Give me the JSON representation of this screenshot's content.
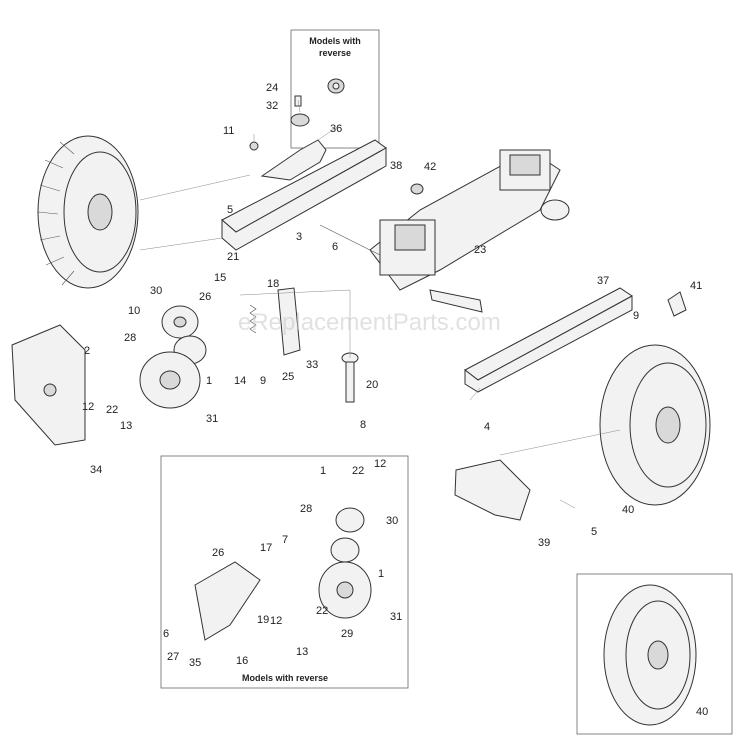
{
  "boxes": {
    "reverse_top": [
      "Models with",
      "reverse"
    ],
    "reverse_bottom": "Models with reverse"
  },
  "watermark": "eReplacementParts.com",
  "callouts": [
    {
      "id": "c24a",
      "text": "24"
    },
    {
      "id": "c32a",
      "text": "32"
    },
    {
      "id": "c11",
      "text": "11"
    },
    {
      "id": "c36",
      "text": "36"
    },
    {
      "id": "c38",
      "text": "38"
    },
    {
      "id": "c42",
      "text": "42"
    },
    {
      "id": "c5a",
      "text": "5"
    },
    {
      "id": "c3",
      "text": "3"
    },
    {
      "id": "c6a",
      "text": "6"
    },
    {
      "id": "c23",
      "text": "23"
    },
    {
      "id": "c21",
      "text": "21"
    },
    {
      "id": "c37",
      "text": "37"
    },
    {
      "id": "c41",
      "text": "41"
    },
    {
      "id": "c9a",
      "text": "9"
    },
    {
      "id": "c30a",
      "text": "30"
    },
    {
      "id": "c15",
      "text": "15"
    },
    {
      "id": "c26a",
      "text": "26"
    },
    {
      "id": "c18",
      "text": "18"
    },
    {
      "id": "c10",
      "text": "10"
    },
    {
      "id": "c28a",
      "text": "28"
    },
    {
      "id": "c2",
      "text": "2"
    },
    {
      "id": "c1a",
      "text": "1"
    },
    {
      "id": "c14",
      "text": "14"
    },
    {
      "id": "c9b",
      "text": "9"
    },
    {
      "id": "c25",
      "text": "25"
    },
    {
      "id": "c33",
      "text": "33"
    },
    {
      "id": "c20",
      "text": "20"
    },
    {
      "id": "c12a",
      "text": "12"
    },
    {
      "id": "c22a",
      "text": "22"
    },
    {
      "id": "c13a",
      "text": "13"
    },
    {
      "id": "c31a",
      "text": "31"
    },
    {
      "id": "c8",
      "text": "8"
    },
    {
      "id": "c4",
      "text": "4"
    },
    {
      "id": "c34",
      "text": "34"
    },
    {
      "id": "c40a",
      "text": "40"
    },
    {
      "id": "c39",
      "text": "39"
    },
    {
      "id": "c5b",
      "text": "5"
    },
    {
      "id": "c1b",
      "text": "1"
    },
    {
      "id": "c22b",
      "text": "22"
    },
    {
      "id": "c12b",
      "text": "12"
    },
    {
      "id": "c28b",
      "text": "28"
    },
    {
      "id": "c30b",
      "text": "30"
    },
    {
      "id": "c26b",
      "text": "26"
    },
    {
      "id": "c17",
      "text": "17"
    },
    {
      "id": "c7",
      "text": "7"
    },
    {
      "id": "c1c",
      "text": "1"
    },
    {
      "id": "c6b",
      "text": "6"
    },
    {
      "id": "c19",
      "text": "19"
    },
    {
      "id": "c22c",
      "text": "22"
    },
    {
      "id": "c12c",
      "text": "12"
    },
    {
      "id": "c31b",
      "text": "31"
    },
    {
      "id": "c29",
      "text": "29"
    },
    {
      "id": "c27",
      "text": "27"
    },
    {
      "id": "c35",
      "text": "35"
    },
    {
      "id": "c16",
      "text": "16"
    },
    {
      "id": "c13b",
      "text": "13"
    },
    {
      "id": "c40b",
      "text": "40"
    }
  ]
}
